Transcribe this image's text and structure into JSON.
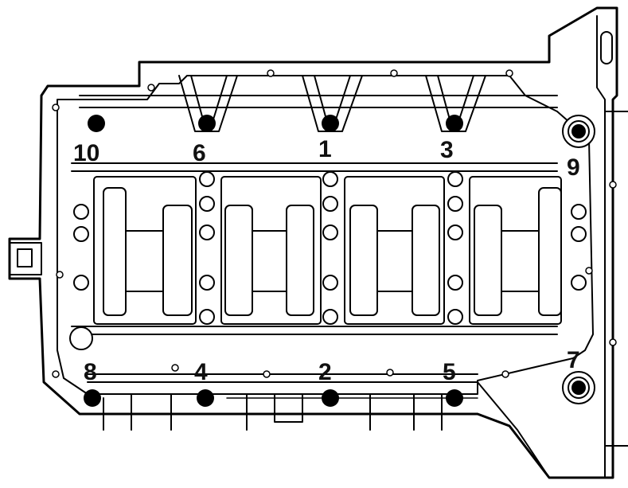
{
  "diagram": {
    "bolt_labels": [
      "10",
      "6",
      "1",
      "3",
      "9",
      "8",
      "4",
      "2",
      "5",
      "7"
    ],
    "line_color": "#000000",
    "background": "#ffffff"
  }
}
